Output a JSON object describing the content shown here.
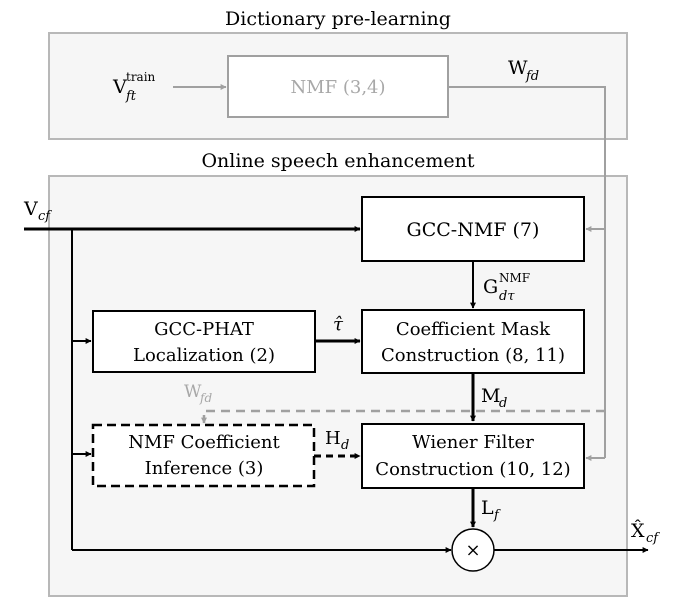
{
  "sections": {
    "prelearning_title": "Dictionary pre-learning",
    "online_title": "Online speech enhancement"
  },
  "blocks": {
    "nmf_train": "NMF (3,4)",
    "gcc_nmf": "GCC-NMF (7)",
    "gcc_phat_line1": "GCC-PHAT",
    "gcc_phat_line2": "Localization (2)",
    "coef_mask_line1": "Coefficient Mask",
    "coef_mask_line2": "Construction (8, 11)",
    "nmf_inference_line1": "NMF Coefficient",
    "nmf_inference_line2": "Inference (3)",
    "wiener_line1": "Wiener Filter",
    "wiener_line2": "Construction (10, 12)",
    "multiply": "×"
  },
  "signals": {
    "v_train_base": "V",
    "v_train_sub": "ft",
    "v_train_sup": "train",
    "w_fd_base": "W",
    "w_fd_sub": "fd",
    "v_cf_base": "V",
    "v_cf_sub": "cf",
    "g_base": "G",
    "g_sub": "dτ",
    "g_sup": "NMF",
    "tau_hat": "τ̂",
    "w_fd2_base": "W",
    "w_fd2_sub": "fd",
    "m_d_base": "M",
    "m_d_sub": "d",
    "h_d_base": "H",
    "h_d_sub": "d",
    "l_f_base": "L",
    "l_f_sub": "f",
    "x_cf_base": "X̂",
    "x_cf_sub": "cf"
  },
  "colors": {
    "panel_fill": "#f6f6f6",
    "panel_border": "#b8b8b8",
    "gray_line": "#a0a0a0",
    "gray_text": "#a8a8a8",
    "black": "#000000"
  }
}
